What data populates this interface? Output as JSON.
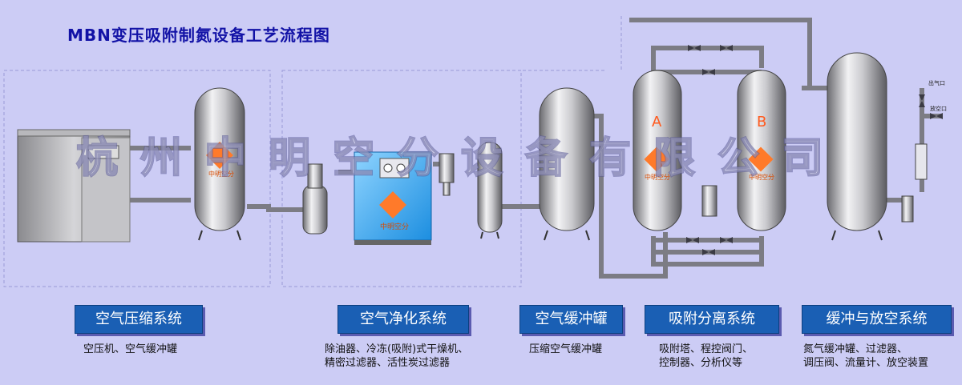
{
  "title": "MBN变压吸附制氮设备工艺流程图",
  "watermark": "杭州中明空分设备有限公司",
  "logo_text": "中明空分",
  "tank_labels": {
    "a": "A",
    "b": "B"
  },
  "valve_labels": {
    "outlet": "出气口",
    "vent": "放空口"
  },
  "systems": [
    {
      "label": "空气压缩系统",
      "desc1": "空压机、空气缓冲罐",
      "desc2": ""
    },
    {
      "label": "空气净化系统",
      "desc1": "除油器、冷冻(吸附)式干燥机、",
      "desc2": "精密过滤器、活性炭过滤器"
    },
    {
      "label": "空气缓冲罐",
      "desc1": "压缩空气缓冲罐",
      "desc2": ""
    },
    {
      "label": "吸附分离系统",
      "desc1": "吸附塔、程控阀门、",
      "desc2": "控制器、分析仪等"
    },
    {
      "label": "缓冲与放空系统",
      "desc1": "氮气缓冲罐、过滤器、",
      "desc2": "调压阀、流量计、放空装置"
    }
  ],
  "colors": {
    "background": "#ccccf5",
    "title": "#1212a6",
    "system_box": "#1a5fb4",
    "logo": "#ff7a2a",
    "dryer": "#2aa0f0"
  }
}
